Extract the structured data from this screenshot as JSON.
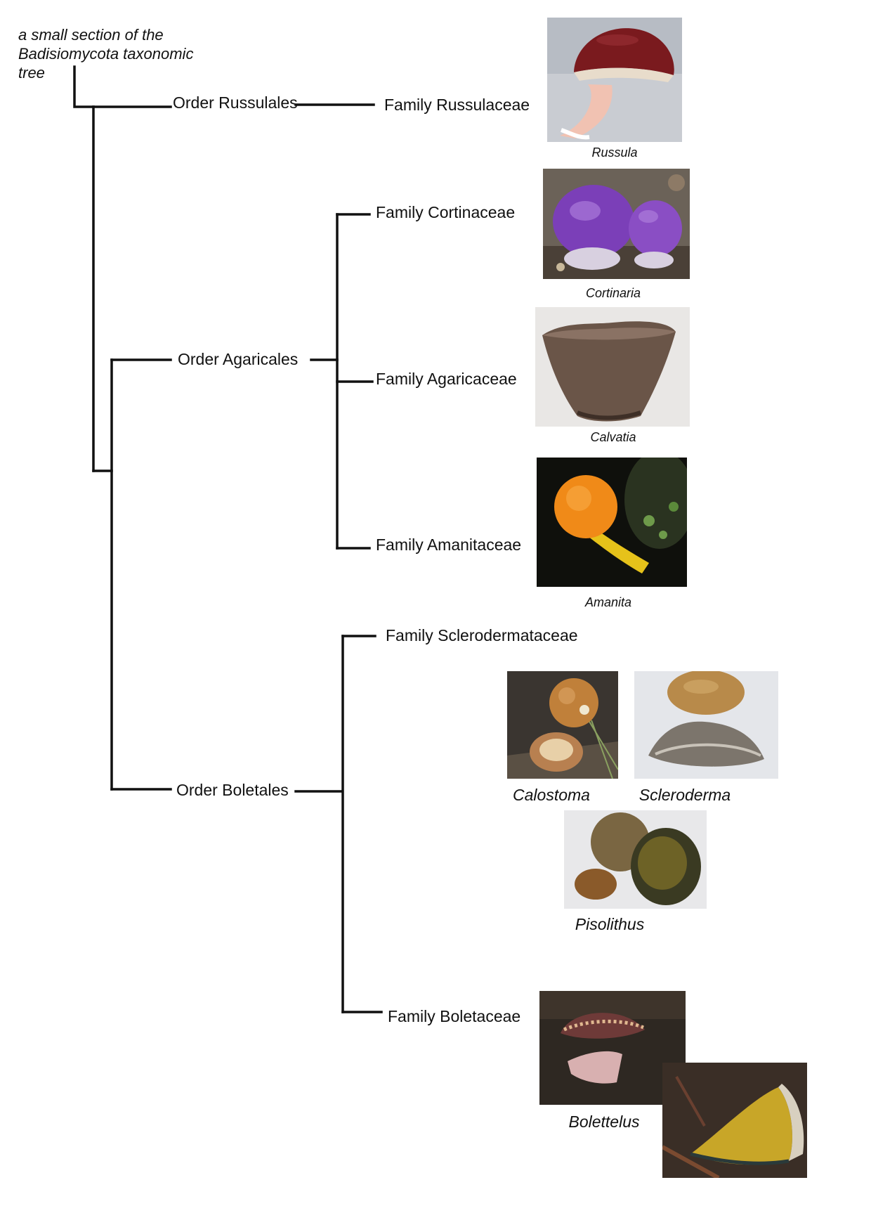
{
  "title": "a small section of the\nBadisiomycota taxonomic\ntree",
  "orders": {
    "russulales": "Order Russulales",
    "agaricales": "Order Agaricales",
    "boletales": "Order Boletales"
  },
  "families": {
    "russulaceae": "Family Russulaceae",
    "cortinaceae": "Family Cortinaceae",
    "agaricaceae": "Family Agaricaceae",
    "amanitaceae": "Family Amanitaceae",
    "sclerodermataceae": "Family Sclerodermataceae",
    "boletaceae": "Family Boletaceae"
  },
  "genera": {
    "russula": "Russula",
    "cortinaria": "Cortinaria",
    "calvatia": "Calvatia",
    "amanita": "Amanita",
    "calostoma": "Calostoma",
    "scleroderma": "Scleroderma",
    "pisolithus": "Pisolithus",
    "bolettelus": "Bolettelus"
  },
  "colors": {
    "line": "#111111",
    "text": "#111111",
    "background": "#ffffff"
  }
}
